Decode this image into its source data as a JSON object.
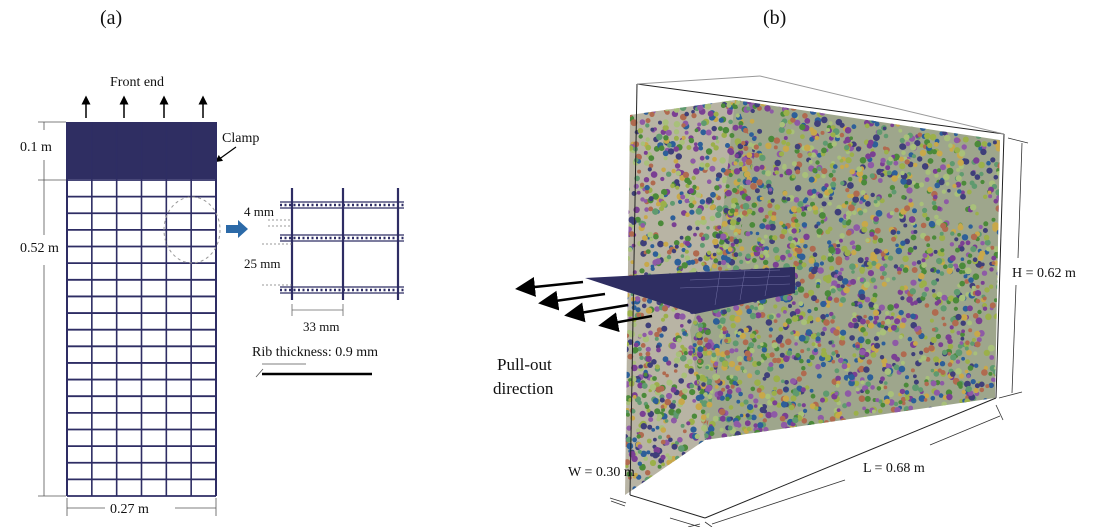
{
  "panel_a": {
    "label": "(a)",
    "front_end": "Front end",
    "clamp": "Clamp",
    "clamp_height": "0.1 m",
    "grid_height": "0.52 m",
    "width": "0.27 m",
    "aperture_thickness": "4 mm",
    "aperture_height": "25 mm",
    "aperture_width": "33 mm",
    "rib_thickness": "Rib thickness: 0.9 mm"
  },
  "panel_b": {
    "label": "(b)",
    "height": "H = 0.62 m",
    "length": "L = 0.68 m",
    "width": "W = 0.30 m",
    "pullout_line1": "Pull-out",
    "pullout_line2": "direction"
  },
  "colors": {
    "grid": "#2e2d64",
    "clamp": "#2f2e62",
    "arrow_blue": "#2c6aa8",
    "particles": [
      "#4b8a3a",
      "#7a3f93",
      "#9bb04a",
      "#2d5f99",
      "#b06a4f",
      "#5f9a6f",
      "#8e5aa6",
      "#c8a84a",
      "#3f3f7a",
      "#a8c07a"
    ]
  }
}
